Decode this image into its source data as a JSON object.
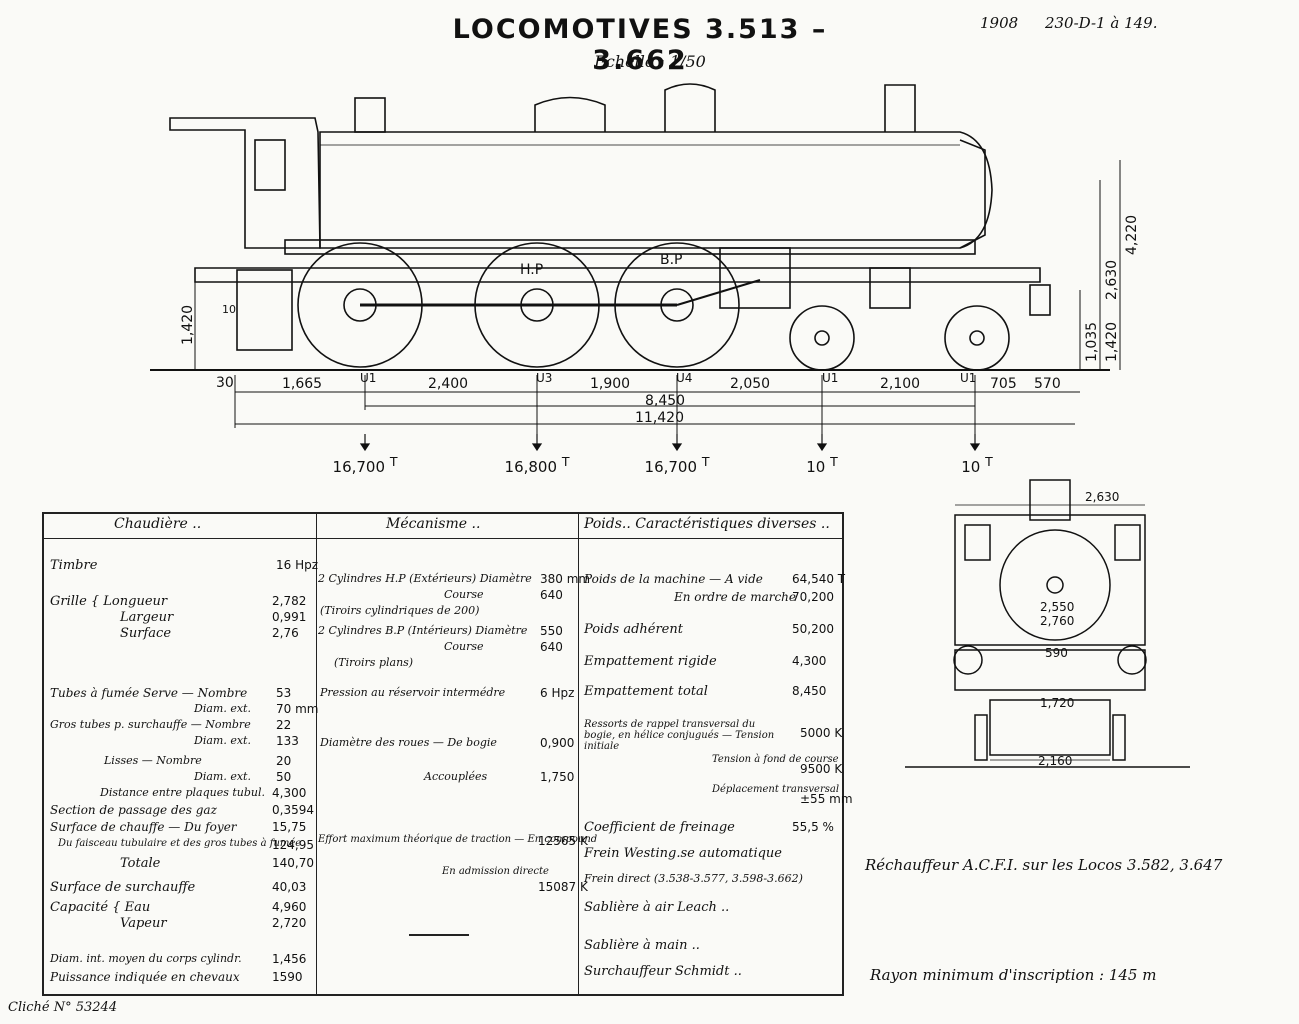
{
  "title": "LOCOMOTIVES 3.513 – 3.662",
  "scale": "Echelle : 1/50",
  "reference": {
    "year": "1908",
    "series": "230-D-1 à 149."
  },
  "cylinder_labels": {
    "hp": "H.P",
    "bp": "B.P"
  },
  "heights": {
    "h4220": "4,220",
    "h2630": "2,630",
    "h1420_right": "1,420",
    "h1035": "1,035",
    "h1420_left": "1,420",
    "h10": "10"
  },
  "spacings": {
    "d30": "30",
    "d1665": "1,665",
    "d2400": "2,400",
    "d1900": "1,900",
    "d2050": "2,050",
    "d2100": "2,100",
    "d705": "705",
    "d570": "570",
    "d8450": "8,450",
    "d11420": "11,420"
  },
  "axles": [
    "U1",
    "U3",
    "U4",
    "U1",
    "U1"
  ],
  "axle_loads": [
    "16,700",
    "16,800",
    "16,700",
    "10",
    "10"
  ],
  "axle_load_unit": "T",
  "table": {
    "headers": {
      "chaudiere": "Chaudière ..",
      "mecanisme": "Mécanisme ..",
      "poids": "Poids.. Caractéristiques diverses .."
    },
    "chaudiere": [
      {
        "label": "Timbre",
        "value": "16 Hpz"
      },
      {
        "label": "Grille { Longueur",
        "value": "2,782"
      },
      {
        "label": "Largeur",
        "value": "0,991"
      },
      {
        "label": "Surface",
        "value": "2,76"
      },
      {
        "label": "Tubes à fumée  Serve — Nombre",
        "value": "53"
      },
      {
        "label": "Diam. ext.",
        "value": "70 mm"
      },
      {
        "label": "Gros tubes p. surchauffe — Nombre",
        "value": "22"
      },
      {
        "label": "Diam. ext.",
        "value": "133"
      },
      {
        "label": "Lisses — Nombre",
        "value": "20"
      },
      {
        "label": "Diam. ext.",
        "value": "50"
      },
      {
        "label": "Distance entre plaques tubul.",
        "value": "4,300"
      },
      {
        "label": "Section de passage des gaz",
        "value": "0,3594"
      },
      {
        "label": "Surface de chauffe — Du foyer",
        "value": "15,75"
      },
      {
        "label": "Du faisceau tubulaire et des gros tubes à fumée",
        "value": "124,95"
      },
      {
        "label": "Totale",
        "value": "140,70"
      },
      {
        "label": "Surface de surchauffe",
        "value": "40,03"
      },
      {
        "label": "Capacité { Eau",
        "value": "4,960"
      },
      {
        "label": "Vapeur",
        "value": "2,720"
      },
      {
        "label": "Diam. int. moyen du corps cylindr.",
        "value": "1,456"
      },
      {
        "label": "Puissance indiquée en chevaux",
        "value": "1590"
      }
    ],
    "mecanisme": [
      {
        "label": "2 Cylindres H.P (Extérieurs) Diamètre",
        "value": "380 mm"
      },
      {
        "label": "Course",
        "value": "640"
      },
      {
        "label": "(Tiroirs cylindriques de 200)",
        "value": ""
      },
      {
        "label": "2 Cylindres B.P (Intérieurs) Diamètre",
        "value": "550"
      },
      {
        "label": "Course",
        "value": "640"
      },
      {
        "label": "(Tiroirs plans)",
        "value": ""
      },
      {
        "label": "Pression au réservoir intermédre",
        "value": "6 Hpz"
      },
      {
        "label": "Diamètre des roues — De bogie",
        "value": "0,900"
      },
      {
        "label": "Accouplées",
        "value": "1,750"
      },
      {
        "label": "Effort maximum théorique de traction — En compound",
        "value": "12565 K"
      },
      {
        "label": "En admission directe",
        "value": "15087 K"
      }
    ],
    "poids": [
      {
        "label": "Poids de la machine — A vide",
        "value": "64,540 T"
      },
      {
        "label": "En ordre de marche",
        "value": "70,200"
      },
      {
        "label": "Poids adhérent",
        "value": "50,200"
      },
      {
        "label": "Empattement rigide",
        "value": "4,300"
      },
      {
        "label": "Empattement total",
        "value": "8,450"
      },
      {
        "label": "Ressorts de rappel transversal du bogie, en hélice conjugués — Tension initiale",
        "value": "5000 K"
      },
      {
        "label": "Tension à fond de course",
        "value": "9500 K"
      },
      {
        "label": "Déplacement transversal",
        "value": "±55 mm"
      },
      {
        "label": "Coefficient de freinage",
        "value": "55,5 %"
      },
      {
        "label": "Frein Westing.se automatique",
        "value": ""
      },
      {
        "label": "Frein direct (3.538-3.577, 3.598-3.662)",
        "value": ""
      },
      {
        "label": "Sablière à air Leach ..",
        "value": ""
      },
      {
        "label": "Sablière à main ..",
        "value": ""
      },
      {
        "label": "Surchauffeur Schmidt ..",
        "value": ""
      }
    ]
  },
  "front_view": {
    "width_top": "2,630",
    "d2550": "2,550",
    "d2760": "2,760",
    "d590": "590",
    "d1720": "1,720",
    "d2160": "2,160"
  },
  "notes": {
    "rechauffeur": "Réchauffeur A.C.F.I. sur les Locos 3.582, 3.647",
    "rayon": "Rayon minimum d'inscription : 145 m"
  },
  "cliche": "Cliché N° 53244"
}
